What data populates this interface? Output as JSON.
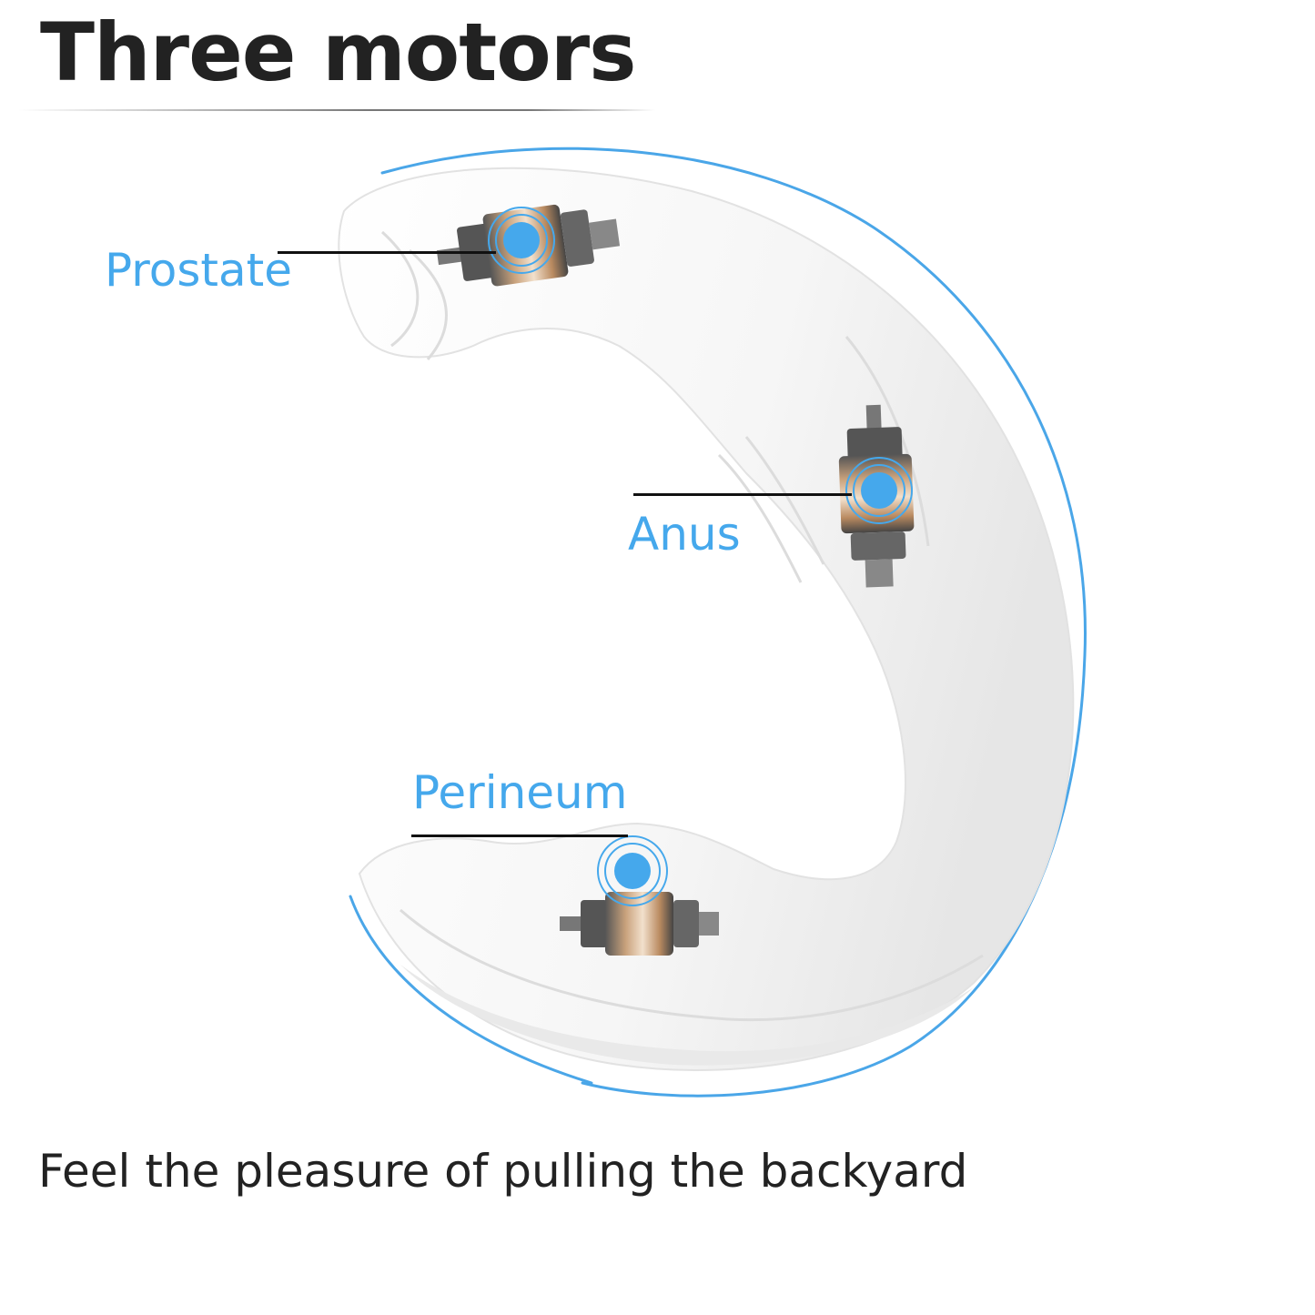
{
  "title": "Three motors",
  "motors": [
    {
      "label": "Prostate"
    },
    {
      "label": "Anus"
    },
    {
      "label": "Perineum"
    }
  ],
  "tagline": "Feel the pleasure of pulling the backyard",
  "colors": {
    "title": "#222222",
    "accent": "#45a8ec",
    "text": "#222222",
    "body": "#f4f4f4",
    "outline": "#4aa6e8"
  },
  "icons": [
    "motor-icon",
    "vibration-target-icon"
  ]
}
